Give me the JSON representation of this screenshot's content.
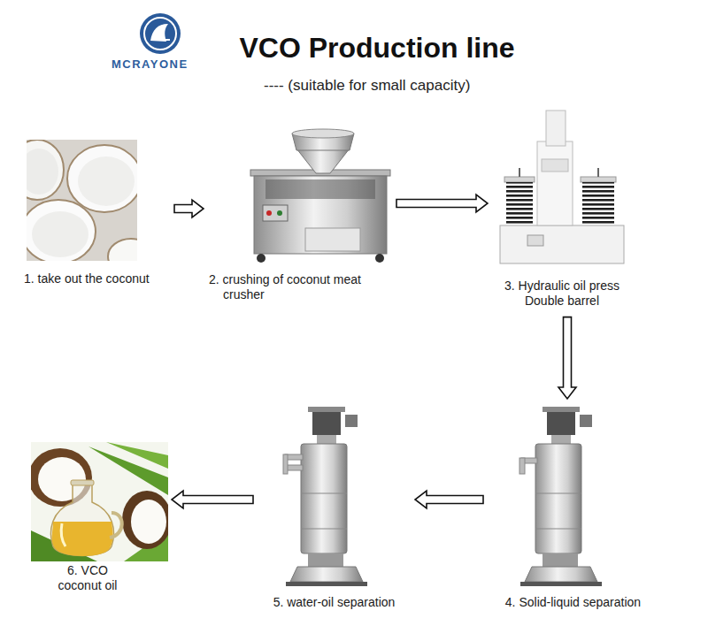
{
  "diagram": {
    "title": "VCO Production line",
    "nodes": [
      {
        "text": [
          "1. take out the coconut"
        ]
      },
      {
        "text": [
          "2. crushing of coconut meat crusher"
        ]
      },
      {
        "text": [
          "3. Hydraulic oil press Double barrel"
        ]
      },
      {
        "text": [
          "4. Solid-liquid separation"
        ]
      },
      {
        "text": [
          "5. water-oil separation"
        ]
      },
      {
        "text": [
          "6. VCO coconut oil"
        ]
      }
    ],
    "edges": [
      {
        "from": 0,
        "to": 1,
        "arrow": "to"
      },
      {
        "from": 1,
        "to": 2,
        "arrow": "to"
      },
      {
        "from": 2,
        "to": 3,
        "arrow": "to"
      },
      {
        "from": 3,
        "to": 4,
        "arrow": "to"
      },
      {
        "from": 4,
        "to": 5,
        "arrow": "to"
      }
    ],
    "labels": [
      "MCRAYONE",
      "---- (suitable for small capacity)"
    ]
  }
}
